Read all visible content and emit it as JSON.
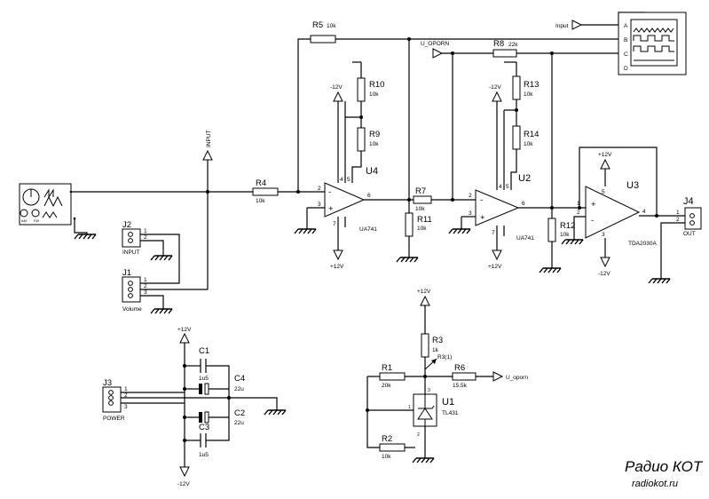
{
  "resistors": {
    "r1": {
      "ref": "R1",
      "value": "20k"
    },
    "r2": {
      "ref": "R2",
      "value": "10k"
    },
    "r3": {
      "ref": "R3",
      "value": "1k"
    },
    "r3a": {
      "ref": "R3(1)"
    },
    "r4": {
      "ref": "R4",
      "value": "10k"
    },
    "r5": {
      "ref": "R5",
      "value": "10k"
    },
    "r6": {
      "ref": "R6",
      "value": "15.5k"
    },
    "r7": {
      "ref": "R7",
      "value": "10k"
    },
    "r8": {
      "ref": "R8",
      "value": "22k"
    },
    "r9": {
      "ref": "R9",
      "value": "10k"
    },
    "r10": {
      "ref": "R10",
      "value": "10k"
    },
    "r11": {
      "ref": "R11",
      "value": "10k"
    },
    "r12": {
      "ref": "R12",
      "value": "10k"
    },
    "r13": {
      "ref": "R13",
      "value": "10k"
    },
    "r14": {
      "ref": "R14",
      "value": "10k"
    }
  },
  "capacitors": {
    "c1": {
      "ref": "C1",
      "value": "1u5"
    },
    "c2": {
      "ref": "C2",
      "value": "22u"
    },
    "c3": {
      "ref": "C3",
      "value": "1u5"
    },
    "c4": {
      "ref": "C4",
      "value": "22u"
    }
  },
  "ics": {
    "u1": {
      "ref": "U1",
      "part": "TL431"
    },
    "u2": {
      "ref": "U2",
      "part": "UA741"
    },
    "u3": {
      "ref": "U3",
      "part": "TDA2030A"
    },
    "u4": {
      "ref": "U4",
      "part": "UA741"
    }
  },
  "connectors": {
    "j1": {
      "ref": "J1",
      "label": "Volume"
    },
    "j2": {
      "ref": "J2",
      "label": "INPUT"
    },
    "j3": {
      "ref": "J3",
      "label": "POWER"
    },
    "j4": {
      "ref": "J4",
      "label": "OUT"
    }
  },
  "pins": {
    "p1": "1",
    "p2": "2",
    "p3": "3",
    "p4": "4",
    "p5": "5",
    "p6": "6",
    "p7": "7"
  },
  "ops": {
    "minus": "-",
    "plus": "+"
  },
  "nets": {
    "input": "INPUT",
    "uopornTop": "U_OPORN",
    "uoporn": "U_oporn",
    "scopeInput": "Input",
    "pos12": "+12V",
    "neg12": "-12V"
  },
  "scope": {
    "channels": [
      "A",
      "B",
      "C",
      "D"
    ]
  },
  "generator": {
    "knobs": [
      "AM",
      "FM"
    ]
  },
  "watermark": {
    "brand": "Радио КОТ",
    "site": "radiokot.ru",
    "color": "#e4df9c"
  }
}
